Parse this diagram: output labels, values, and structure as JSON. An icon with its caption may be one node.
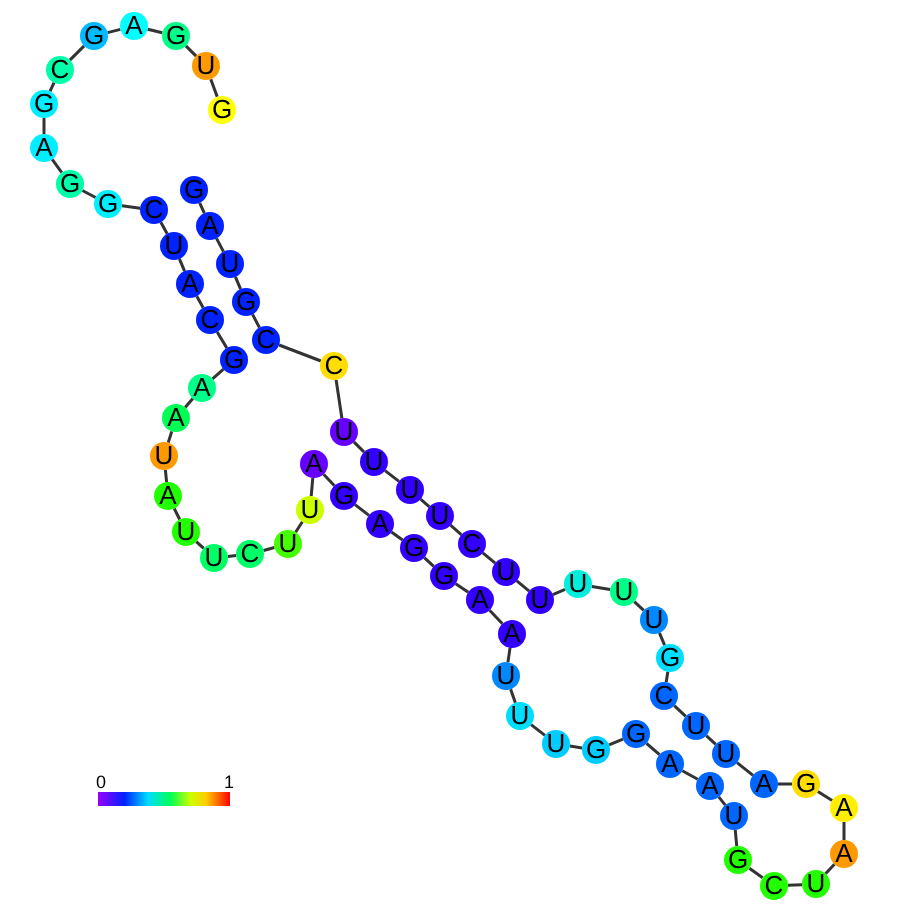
{
  "diagram": {
    "nodes": [
      {
        "text": [
          "G"
        ]
      },
      {
        "text": [
          "U"
        ]
      },
      {
        "text": [
          "G"
        ]
      },
      {
        "text": [
          "A"
        ]
      },
      {
        "text": [
          "G"
        ]
      },
      {
        "text": [
          "C"
        ]
      },
      {
        "text": [
          "G"
        ]
      },
      {
        "text": [
          "A"
        ]
      },
      {
        "text": [
          "G"
        ]
      },
      {
        "text": [
          "G"
        ]
      },
      {
        "text": [
          "C"
        ]
      },
      {
        "text": [
          "U"
        ]
      },
      {
        "text": [
          "A"
        ]
      },
      {
        "text": [
          "C"
        ]
      },
      {
        "text": [
          "G"
        ]
      },
      {
        "text": [
          "A"
        ]
      },
      {
        "text": [
          "A"
        ]
      },
      {
        "text": [
          "U"
        ]
      },
      {
        "text": [
          "A"
        ]
      },
      {
        "text": [
          "U"
        ]
      },
      {
        "text": [
          "U"
        ]
      },
      {
        "text": [
          "C"
        ]
      },
      {
        "text": [
          "U"
        ]
      },
      {
        "text": [
          "U"
        ]
      },
      {
        "text": [
          "A"
        ]
      },
      {
        "text": [
          "G"
        ]
      },
      {
        "text": [
          "A"
        ]
      },
      {
        "text": [
          "G"
        ]
      },
      {
        "text": [
          "G"
        ]
      },
      {
        "text": [
          "A"
        ]
      },
      {
        "text": [
          "A"
        ]
      },
      {
        "text": [
          "U"
        ]
      },
      {
        "text": [
          "U"
        ]
      },
      {
        "text": [
          "U"
        ]
      },
      {
        "text": [
          "G"
        ]
      },
      {
        "text": [
          "G"
        ]
      },
      {
        "text": [
          "A"
        ]
      },
      {
        "text": [
          "A"
        ]
      },
      {
        "text": [
          "U"
        ]
      },
      {
        "text": [
          "G"
        ]
      },
      {
        "text": [
          "C"
        ]
      },
      {
        "text": [
          "U"
        ]
      },
      {
        "text": [
          "A"
        ]
      },
      {
        "text": [
          "A"
        ]
      },
      {
        "text": [
          "G"
        ]
      },
      {
        "text": [
          "A"
        ]
      },
      {
        "text": [
          "U"
        ]
      },
      {
        "text": [
          "U"
        ]
      },
      {
        "text": [
          "C"
        ]
      },
      {
        "text": [
          "G"
        ]
      },
      {
        "text": [
          "U"
        ]
      },
      {
        "text": [
          "U"
        ]
      },
      {
        "text": [
          "U"
        ]
      },
      {
        "text": [
          "U"
        ]
      },
      {
        "text": [
          "U"
        ]
      },
      {
        "text": [
          "C"
        ]
      },
      {
        "text": [
          "U"
        ]
      },
      {
        "text": [
          "U"
        ]
      },
      {
        "text": [
          "U"
        ]
      },
      {
        "text": [
          "U"
        ]
      },
      {
        "text": [
          "C"
        ]
      },
      {
        "text": [
          "C"
        ]
      },
      {
        "text": [
          "G"
        ]
      },
      {
        "text": [
          "U"
        ]
      },
      {
        "text": [
          "A"
        ]
      },
      {
        "text": [
          "G"
        ]
      }
    ],
    "edges": [
      {
        "from": 0,
        "to": 1,
        "arrow": "none"
      },
      {
        "from": 1,
        "to": 2,
        "arrow": "none"
      },
      {
        "from": 2,
        "to": 3,
        "arrow": "none"
      },
      {
        "from": 3,
        "to": 4,
        "arrow": "none"
      },
      {
        "from": 4,
        "to": 5,
        "arrow": "none"
      },
      {
        "from": 5,
        "to": 6,
        "arrow": "none"
      },
      {
        "from": 6,
        "to": 7,
        "arrow": "none"
      },
      {
        "from": 7,
        "to": 8,
        "arrow": "none"
      },
      {
        "from": 8,
        "to": 9,
        "arrow": "none"
      },
      {
        "from": 9,
        "to": 10,
        "arrow": "none"
      },
      {
        "from": 10,
        "to": 11,
        "arrow": "none"
      },
      {
        "from": 11,
        "to": 12,
        "arrow": "none"
      },
      {
        "from": 12,
        "to": 13,
        "arrow": "none"
      },
      {
        "from": 13,
        "to": 14,
        "arrow": "none"
      },
      {
        "from": 14,
        "to": 15,
        "arrow": "none"
      },
      {
        "from": 15,
        "to": 16,
        "arrow": "none"
      },
      {
        "from": 16,
        "to": 17,
        "arrow": "none"
      },
      {
        "from": 17,
        "to": 18,
        "arrow": "none"
      },
      {
        "from": 18,
        "to": 19,
        "arrow": "none"
      },
      {
        "from": 19,
        "to": 20,
        "arrow": "none"
      },
      {
        "from": 20,
        "to": 21,
        "arrow": "none"
      },
      {
        "from": 21,
        "to": 22,
        "arrow": "none"
      },
      {
        "from": 22,
        "to": 23,
        "arrow": "none"
      },
      {
        "from": 23,
        "to": 24,
        "arrow": "none"
      },
      {
        "from": 24,
        "to": 25,
        "arrow": "none"
      },
      {
        "from": 25,
        "to": 26,
        "arrow": "none"
      },
      {
        "from": 26,
        "to": 27,
        "arrow": "none"
      },
      {
        "from": 27,
        "to": 28,
        "arrow": "none"
      },
      {
        "from": 28,
        "to": 29,
        "arrow": "none"
      },
      {
        "from": 29,
        "to": 30,
        "arrow": "none"
      },
      {
        "from": 30,
        "to": 31,
        "arrow": "none"
      },
      {
        "from": 31,
        "to": 32,
        "arrow": "none"
      },
      {
        "from": 32,
        "to": 33,
        "arrow": "none"
      },
      {
        "from": 33,
        "to": 34,
        "arrow": "none"
      },
      {
        "from": 34,
        "to": 35,
        "arrow": "none"
      },
      {
        "from": 35,
        "to": 36,
        "arrow": "none"
      },
      {
        "from": 36,
        "to": 37,
        "arrow": "none"
      },
      {
        "from": 37,
        "to": 38,
        "arrow": "none"
      },
      {
        "from": 38,
        "to": 39,
        "arrow": "none"
      },
      {
        "from": 39,
        "to": 40,
        "arrow": "none"
      },
      {
        "from": 40,
        "to": 41,
        "arrow": "none"
      },
      {
        "from": 41,
        "to": 42,
        "arrow": "none"
      },
      {
        "from": 42,
        "to": 43,
        "arrow": "none"
      },
      {
        "from": 43,
        "to": 44,
        "arrow": "none"
      },
      {
        "from": 44,
        "to": 45,
        "arrow": "none"
      },
      {
        "from": 45,
        "to": 46,
        "arrow": "none"
      },
      {
        "from": 46,
        "to": 47,
        "arrow": "none"
      },
      {
        "from": 47,
        "to": 48,
        "arrow": "none"
      },
      {
        "from": 48,
        "to": 49,
        "arrow": "none"
      },
      {
        "from": 49,
        "to": 50,
        "arrow": "none"
      },
      {
        "from": 50,
        "to": 51,
        "arrow": "none"
      },
      {
        "from": 51,
        "to": 52,
        "arrow": "none"
      },
      {
        "from": 52,
        "to": 53,
        "arrow": "none"
      },
      {
        "from": 53,
        "to": 54,
        "arrow": "none"
      },
      {
        "from": 54,
        "to": 55,
        "arrow": "none"
      },
      {
        "from": 55,
        "to": 56,
        "arrow": "none"
      },
      {
        "from": 56,
        "to": 57,
        "arrow": "none"
      },
      {
        "from": 57,
        "to": 58,
        "arrow": "none"
      },
      {
        "from": 58,
        "to": 59,
        "arrow": "none"
      },
      {
        "from": 59,
        "to": 60,
        "arrow": "none"
      },
      {
        "from": 60,
        "to": 61,
        "arrow": "none"
      },
      {
        "from": 61,
        "to": 62,
        "arrow": "none"
      },
      {
        "from": 62,
        "to": 63,
        "arrow": "none"
      },
      {
        "from": 63,
        "to": 64,
        "arrow": "none"
      },
      {
        "from": 64,
        "to": 65,
        "arrow": "none"
      }
    ],
    "labels": [
      "0",
      "1"
    ]
  }
}
